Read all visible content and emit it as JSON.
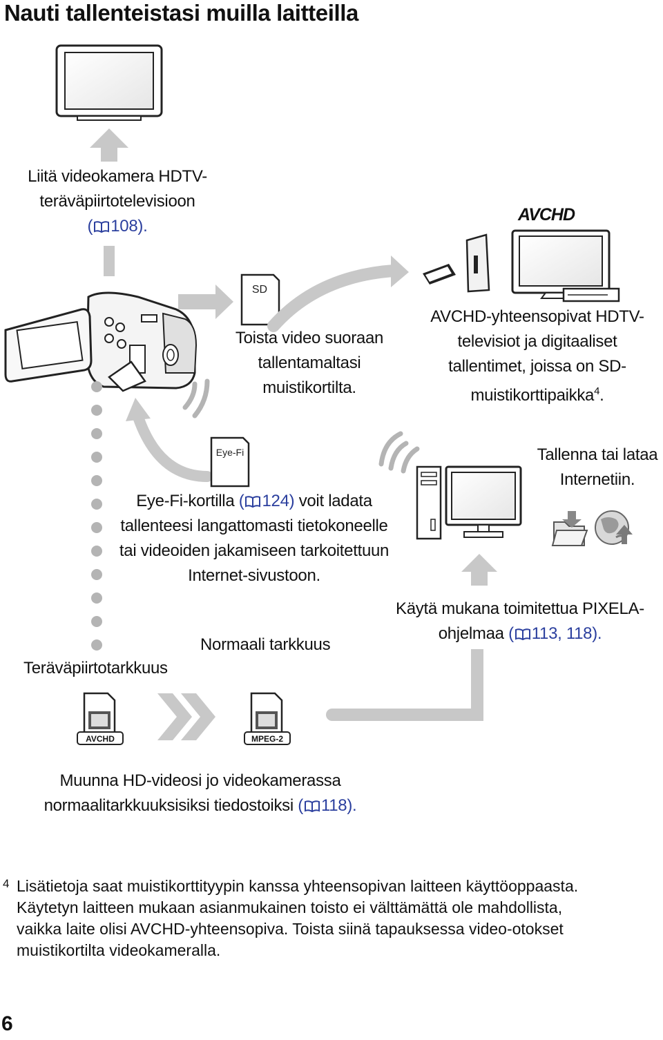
{
  "page": {
    "title": "Nauti tallenteistasi muilla laitteilla",
    "page_number": "6"
  },
  "device_labels": {
    "sd_card": "SD",
    "eyefi_card": "Eye-Fi",
    "avchd_logo": "AVCHD",
    "avchd_badge": "AVCHD",
    "mpeg2_badge": "MPEG-2"
  },
  "captions": {
    "hdtv": {
      "line1": "Liitä videokamera HDTV-",
      "line2": "teräväpiirtotelevisioon",
      "ref_open": "(",
      "ref": "108)."
    },
    "sd_play": {
      "line1": "Toista video suoraan",
      "line2": "tallentamaltasi",
      "line3": "muistikortilta."
    },
    "avchd_tv": {
      "line1": "AVCHD-yhteensopivat HDTV-",
      "line2": "televisiot ja digitaaliset",
      "line3": "tallentimet, joissa on SD-",
      "line4": "muistikorttipaikka",
      "sup": "4",
      "end": "."
    },
    "internet": {
      "line1": "Tallenna tai lataa",
      "line2": "Internetiin."
    },
    "eyefi": {
      "line1_a": "Eye-Fi-kortilla",
      "line1_ref_open": "(",
      "line1_ref": "124)",
      "line1_b": "voit ladata",
      "line2": "tallenteesi langattomasti tietokoneelle",
      "line3": "tai videoiden jakamiseen tarkoitettuun",
      "line4": "Internet-sivustoon."
    },
    "pixela": {
      "line1": "Käytä mukana toimitettua PIXELA-",
      "line2_a": "ohjelmaa",
      "line2_ref_open": "(",
      "line2_ref": "113, 118)."
    },
    "hd_quality": "Teräväpiirtotarkkuus",
    "sd_quality": "Normaali tarkkuus",
    "convert": {
      "line1": "Muunna HD-videosi jo videokamerassa",
      "line2_a": "normaalitarkkuuksisiksi tiedostoiksi",
      "line2_ref_open": "(",
      "line2_ref": "118)."
    }
  },
  "footnote": {
    "marker": "4",
    "line1": "Lisätietoja saat muistikorttityypin kanssa yhteensopivan laitteen käyttöoppaasta.",
    "line2": "Käytetyn laitteen mukaan asianmukainen toisto ei välttämättä ole mahdollista,",
    "line3": "vaikka laite olisi AVCHD-yhteensopiva. Toista siinä tapauksessa video-otokset",
    "line4": "muistikortilta videokameralla."
  },
  "colors": {
    "arrow_gray": "#c8c8c8",
    "dot_gray": "#b4b4b4",
    "link_blue": "#2b3f9e",
    "outline": "#222222"
  }
}
